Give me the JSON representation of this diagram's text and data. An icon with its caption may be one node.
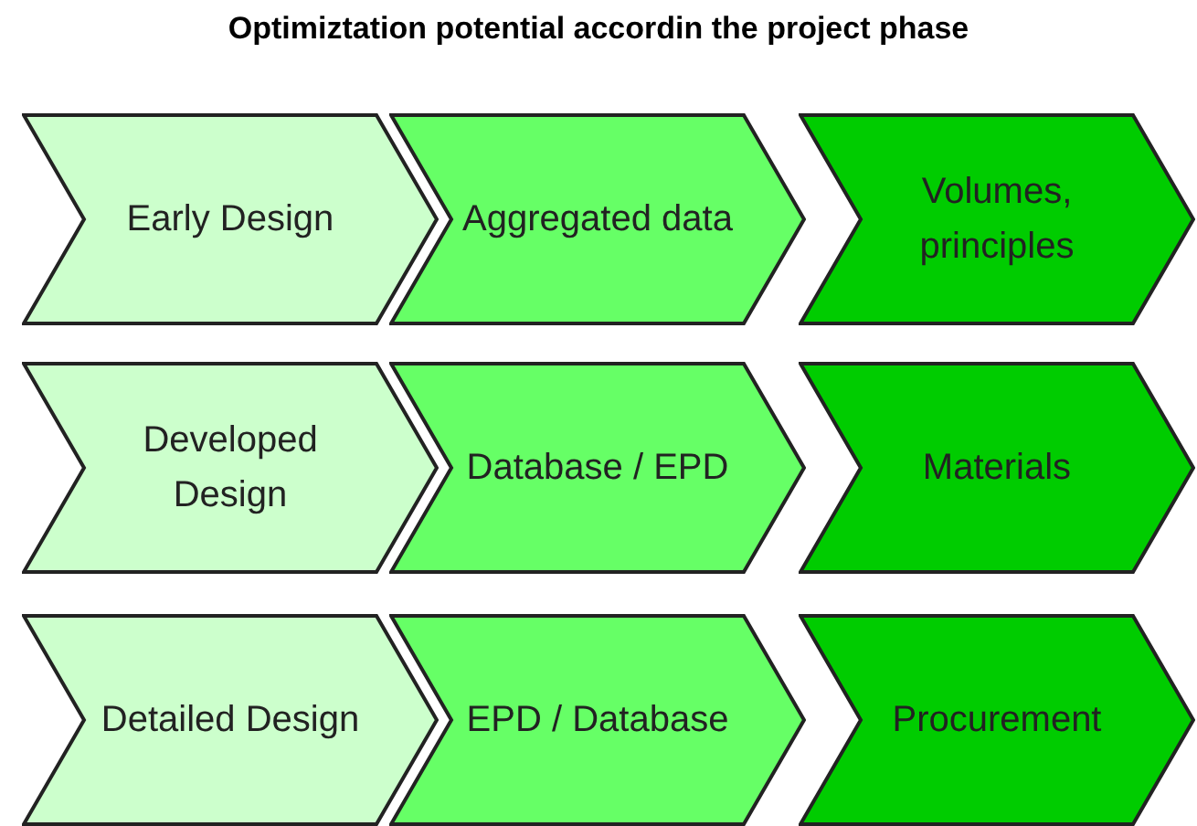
{
  "diagram": {
    "title": "Optimiztation potential accordin the project phase",
    "nodes": [
      {
        "text": [
          "Early Design"
        ]
      },
      {
        "text": [
          "Aggregated data"
        ]
      },
      {
        "text": [
          "Volumes, principles"
        ]
      },
      {
        "text": [
          "Developed Design"
        ]
      },
      {
        "text": [
          "Database / EPD"
        ]
      },
      {
        "text": [
          "Materials"
        ]
      },
      {
        "text": [
          "Detailed Design"
        ]
      },
      {
        "text": [
          "EPD / Database"
        ]
      },
      {
        "text": [
          "Procurement"
        ]
      }
    ]
  }
}
